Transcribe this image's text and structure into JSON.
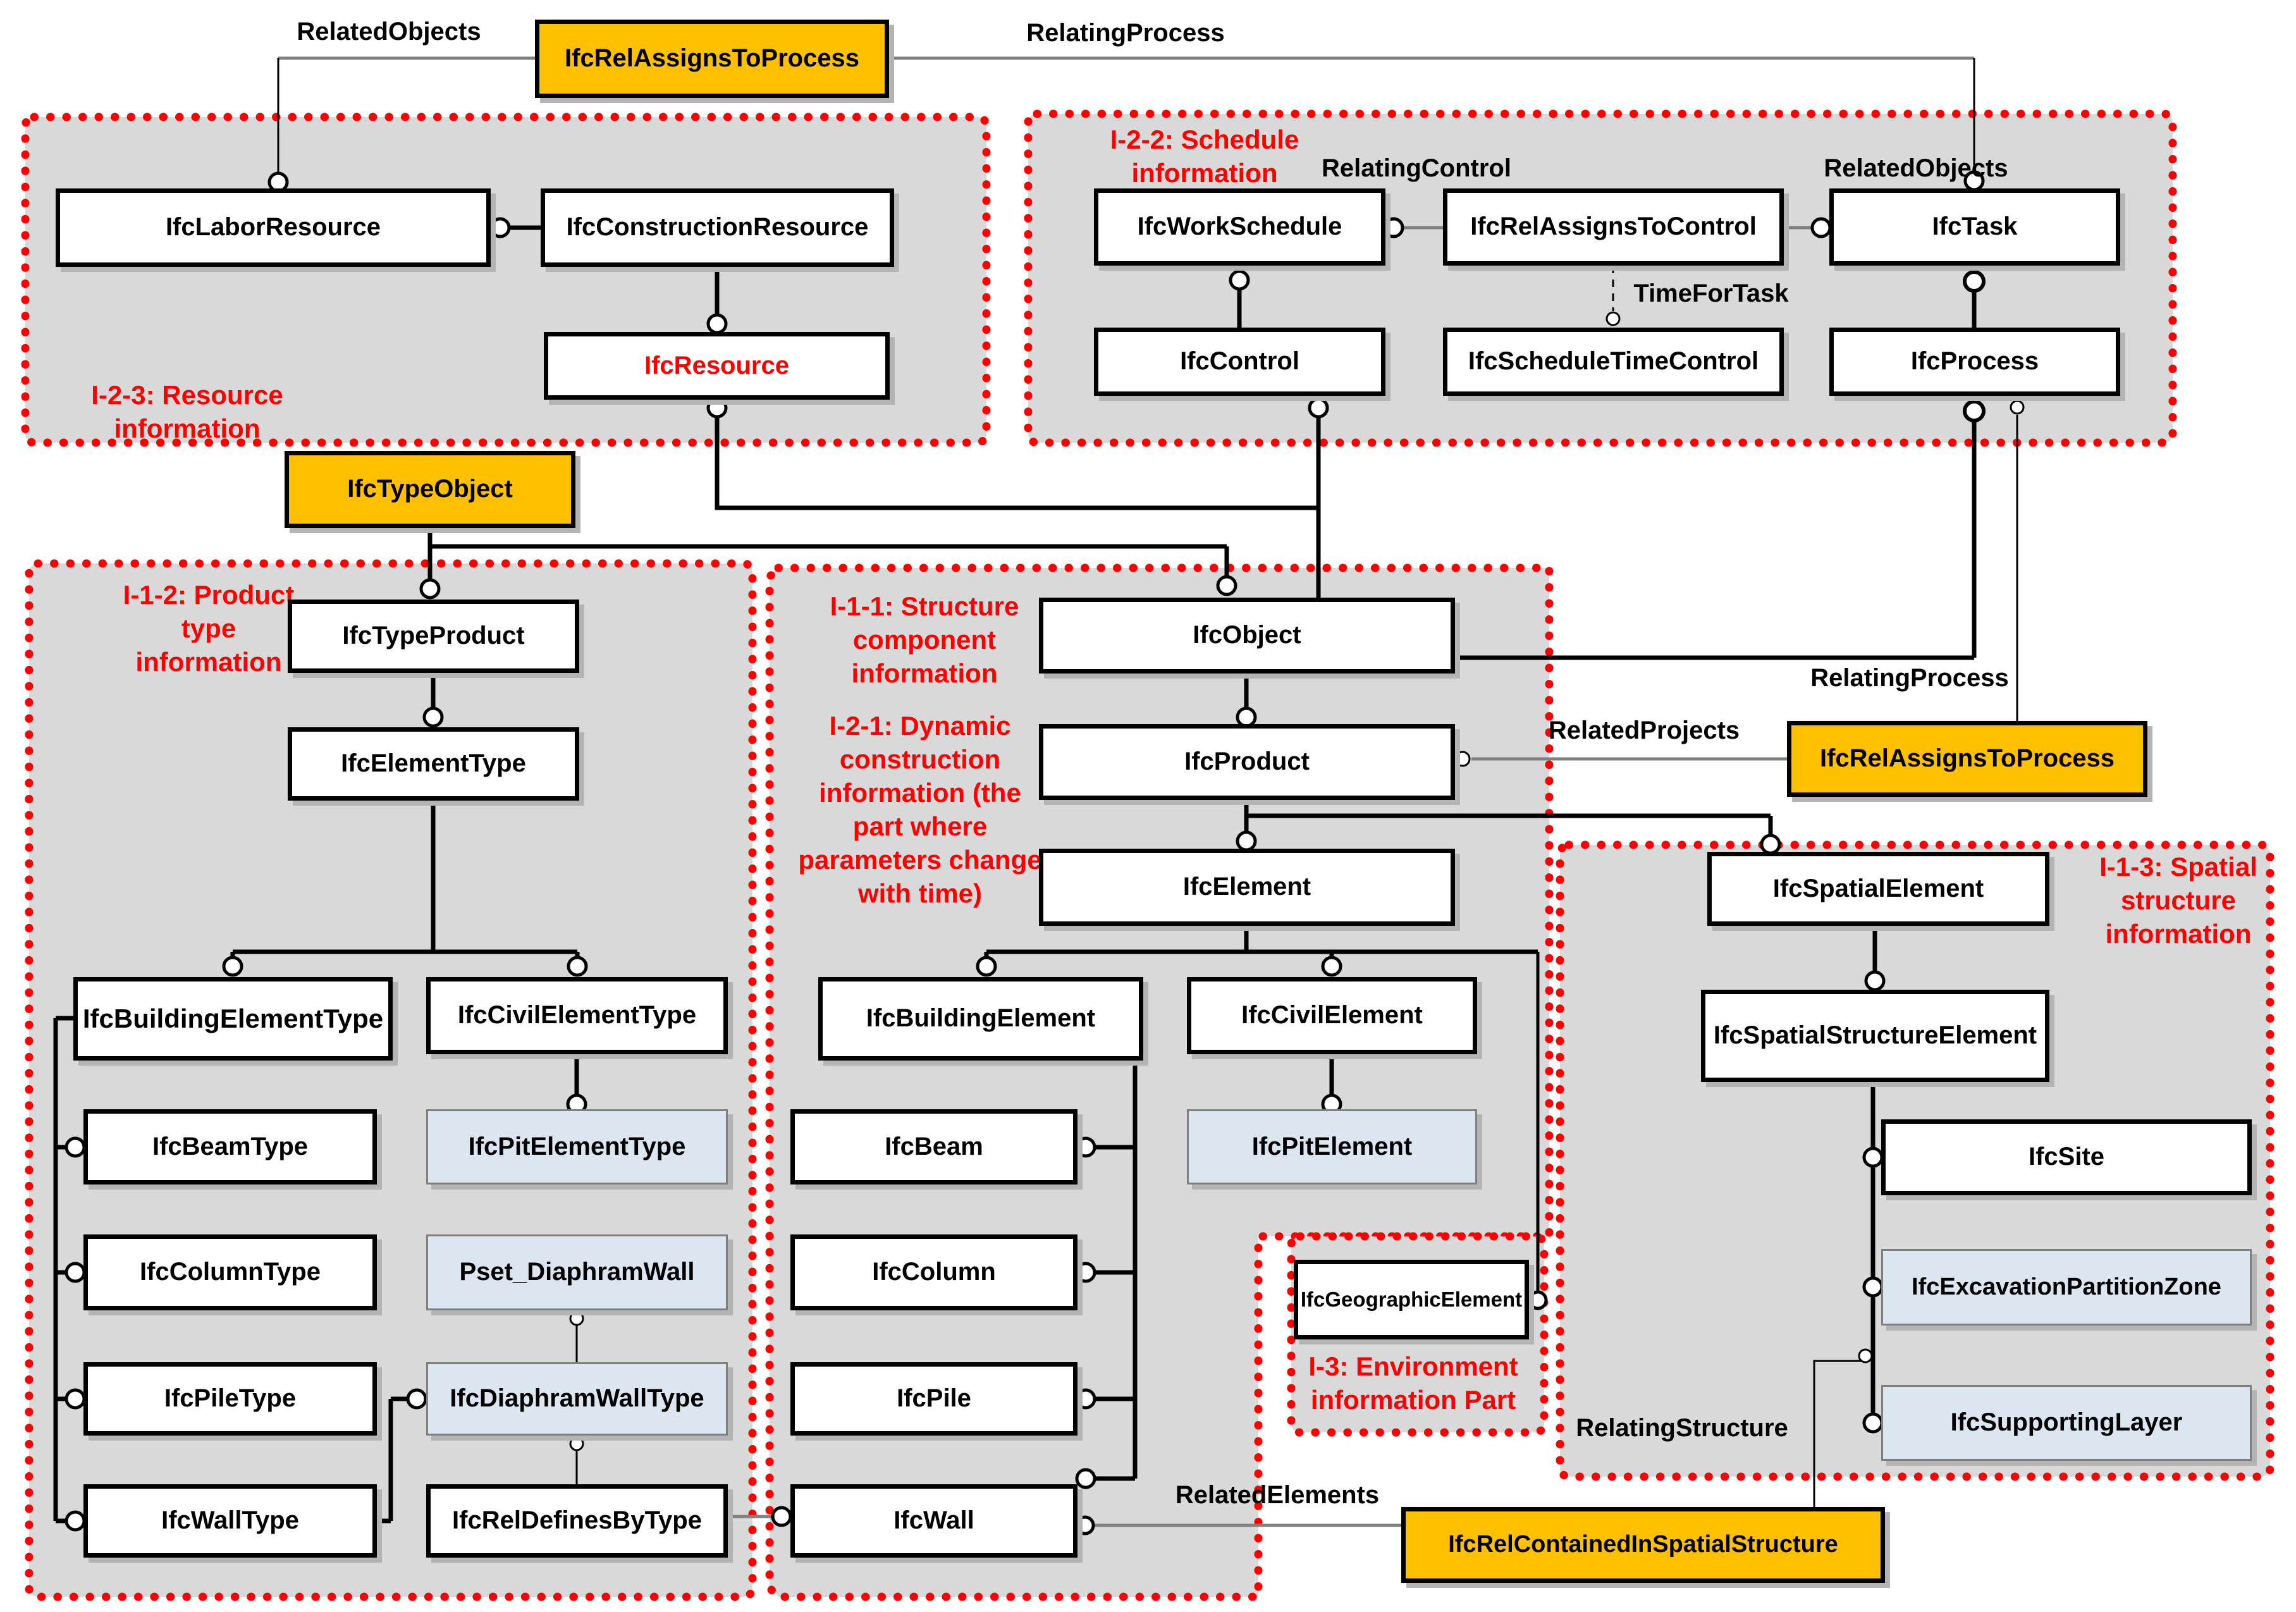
{
  "colors": {
    "orange": "#FFC000",
    "blue": "#DCE6F1",
    "group_fill": "#D9D9D9",
    "border_red": "#FF0000",
    "line_gray": "#808080"
  },
  "diagram": {
    "groups": {
      "resource": {
        "title_lines": [
          "I-2-3: Resource",
          "information"
        ]
      },
      "schedule": {
        "title_lines": [
          "I-2-2: Schedule",
          "information"
        ]
      },
      "product_type": {
        "title_lines": [
          "I-1-2: Product",
          "type",
          "information"
        ]
      },
      "structure": {
        "title_lines": [
          "I-1-1: Structure",
          "component",
          "information"
        ]
      },
      "dynamic_note": {
        "title_lines": [
          "I-2-1: Dynamic",
          "construction",
          "information (the",
          "part where",
          "parameters change",
          "with time)"
        ]
      },
      "spatial": {
        "title_lines": [
          "I-1-3: Spatial",
          "structure",
          "information"
        ]
      },
      "environment": {
        "title_lines": [
          "I-3: Environment",
          "information Part"
        ]
      }
    },
    "nodes": {
      "labor_resource": "IfcLaborResource",
      "construction_resource": "IfcConstructionResource",
      "resource": "IfcResource",
      "work_schedule": "IfcWorkSchedule",
      "rel_assigns_to_control": "IfcRelAssignsToControl",
      "task": "IfcTask",
      "control": "IfcControl",
      "schedule_time_control": "IfcScheduleTimeControl",
      "process": "IfcProcess",
      "rel_assigns_to_process_top": "IfcRelAssignsToProcess",
      "rel_assigns_to_process_right": "IfcRelAssignsToProcess",
      "type_object": "IfcTypeObject",
      "type_product": "IfcTypeProduct",
      "element_type": "IfcElementType",
      "building_element_type": "IfcBuildingElementType",
      "civil_element_type": "IfcCivilElementType",
      "beam_type": "IfcBeamType",
      "pit_element_type": "IfcPitElementType",
      "column_type": "IfcColumnType",
      "pset_diaphram_wall": "Pset_DiaphramWall",
      "pile_type": "IfcPileType",
      "diaphram_wall_type": "IfcDiaphramWallType",
      "wall_type": "IfcWallType",
      "rel_defines_by_type": "IfcRelDefinesByType",
      "object": "IfcObject",
      "product": "IfcProduct",
      "element": "IfcElement",
      "building_element": "IfcBuildingElement",
      "civil_element": "IfcCivilElement",
      "beam": "IfcBeam",
      "pit_element": "IfcPitElement",
      "column": "IfcColumn",
      "pile": "IfcPile",
      "wall": "IfcWall",
      "geographic_element": "IfcGeographicElement",
      "spatial_element": "IfcSpatialElement",
      "spatial_structure_element": "IfcSpatialStructureElement",
      "site": "IfcSite",
      "excavation_partition_zone": "IfcExcavationPartitionZone",
      "supporting_layer": "IfcSupportingLayer",
      "rel_contained_in_spatial_structure": "IfcRelContainedInSpatialStructure"
    },
    "edge_labels": {
      "related_objects_top": "RelatedObjects",
      "relating_process_top": "RelatingProcess",
      "relating_control": "RelatingControl",
      "related_objects_schedule": "RelatedObjects",
      "time_for_task": "TimeForTask",
      "relating_process_right": "RelatingProcess",
      "related_projects": "RelatedProjects",
      "related_elements": "RelatedElements",
      "relating_structure": "RelatingStructure"
    }
  }
}
